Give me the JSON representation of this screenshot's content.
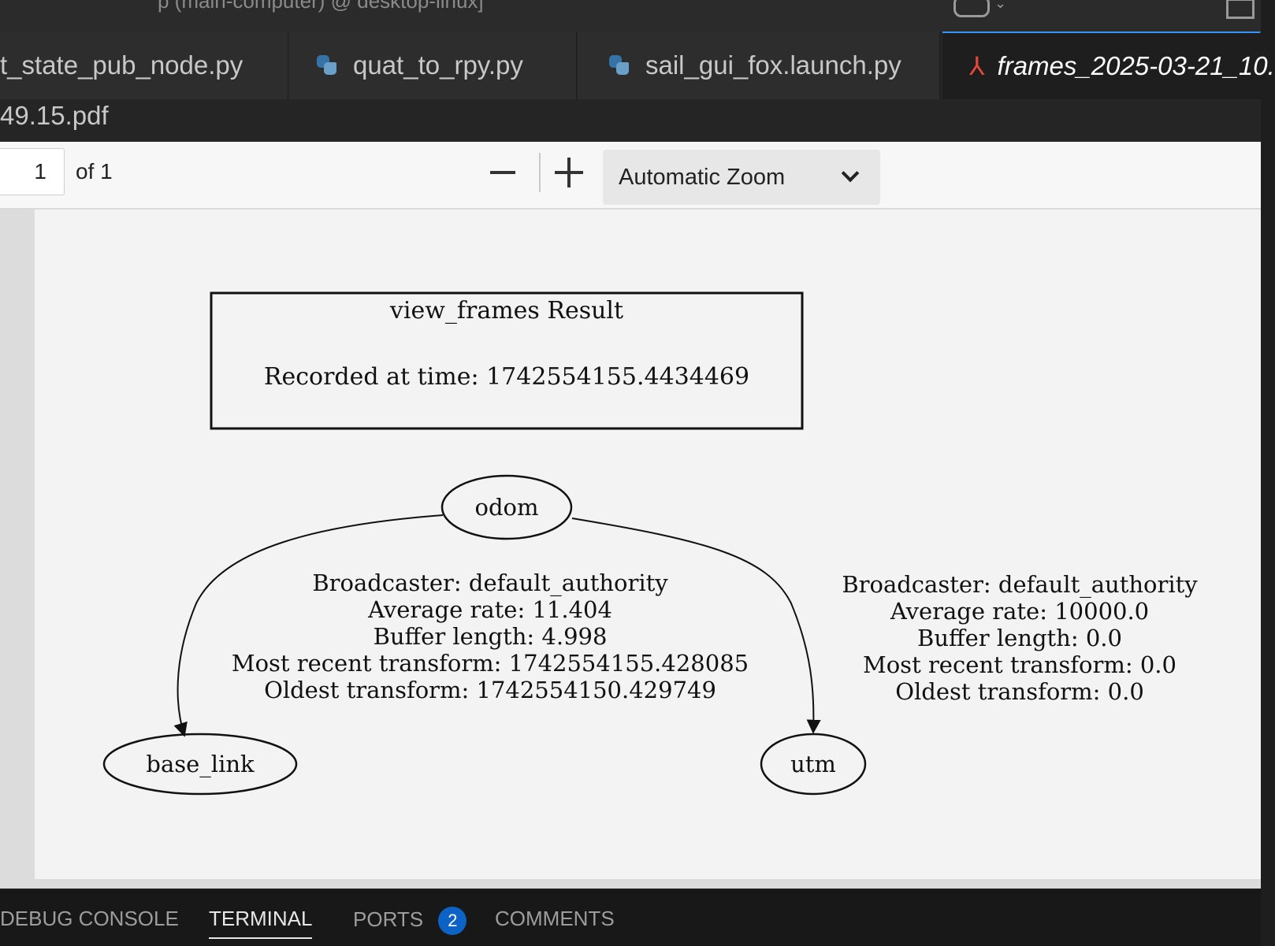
{
  "titlebar": {
    "partial_title": "p (main-computer) @ desktop-linux]"
  },
  "tabs": [
    {
      "label": "t_state_pub_node.py",
      "icon": "python-icon"
    },
    {
      "label": "quat_to_rpy.py",
      "icon": "python-icon"
    },
    {
      "label": "sail_gui_fox.launch.py",
      "icon": "python-icon"
    },
    {
      "label": "frames_2025-03-21_10.",
      "label_wrap": "49.15.pdf",
      "icon": "pdf-icon",
      "active": true
    }
  ],
  "pdf_toolbar": {
    "page_number": "1",
    "page_count": "of 1",
    "zoom_out_label": "−",
    "zoom_in_label": "+",
    "zoom_value": "Automatic Zoom"
  },
  "diagram": {
    "header_title": "view_frames Result",
    "header_time": "Recorded at time: 1742554155.4434469",
    "nodes": {
      "odom": "odom",
      "base_link": "base_link",
      "utm": "utm"
    },
    "edge_base_link": [
      "Broadcaster: default_authority",
      "Average rate: 11.404",
      "Buffer length: 4.998",
      "Most recent transform: 1742554155.428085",
      "Oldest transform: 1742554150.429749"
    ],
    "edge_utm": [
      "Broadcaster: default_authority",
      "Average rate: 10000.0",
      "Buffer length: 0.0",
      "Most recent transform: 0.0",
      "Oldest transform: 0.0"
    ]
  },
  "panel": {
    "tabs": [
      "DEBUG CONSOLE",
      "TERMINAL",
      "PORTS",
      "COMMENTS"
    ],
    "active_tab": "TERMINAL",
    "ports_badge": "2"
  },
  "colors": {
    "accent": "#3794ff",
    "badge": "#0d63c5",
    "pdf_icon": "#e5483b"
  }
}
